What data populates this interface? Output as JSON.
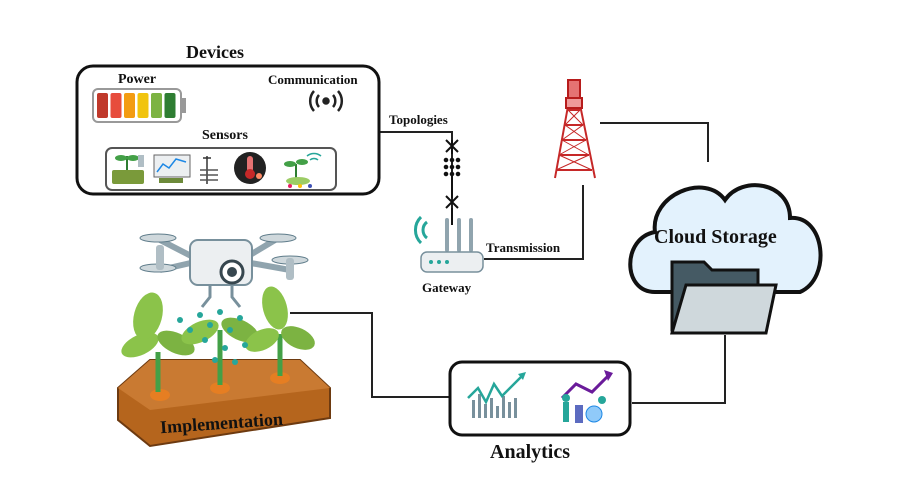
{
  "devices": {
    "title": "Devices",
    "power_label": "Power",
    "communication_label": "Communication",
    "sensors_label": "Sensors",
    "battery_colors": [
      "#c0392b",
      "#e74c3c",
      "#f39c12",
      "#f1c40f",
      "#7cb342",
      "#2e7d32"
    ]
  },
  "topologies_label": "Topologies",
  "gateway_label": "Gateway",
  "transmission_label": "Transmission",
  "cloud_label": "Cloud Storage",
  "implementation_label": "Implementation",
  "analytics_label": "Analytics",
  "icons": [
    "wifi-signal-icon",
    "plant-sensor-icon",
    "monitor-chart-icon",
    "weather-station-icon",
    "thermometer-icon",
    "plant-wifi-icon",
    "network-topology-icon",
    "router-icon",
    "cell-tower-icon",
    "cloud-icon",
    "folder-icon",
    "drone-icon",
    "plants-soil-icon",
    "line-chart-icon",
    "growth-chart-icon"
  ]
}
